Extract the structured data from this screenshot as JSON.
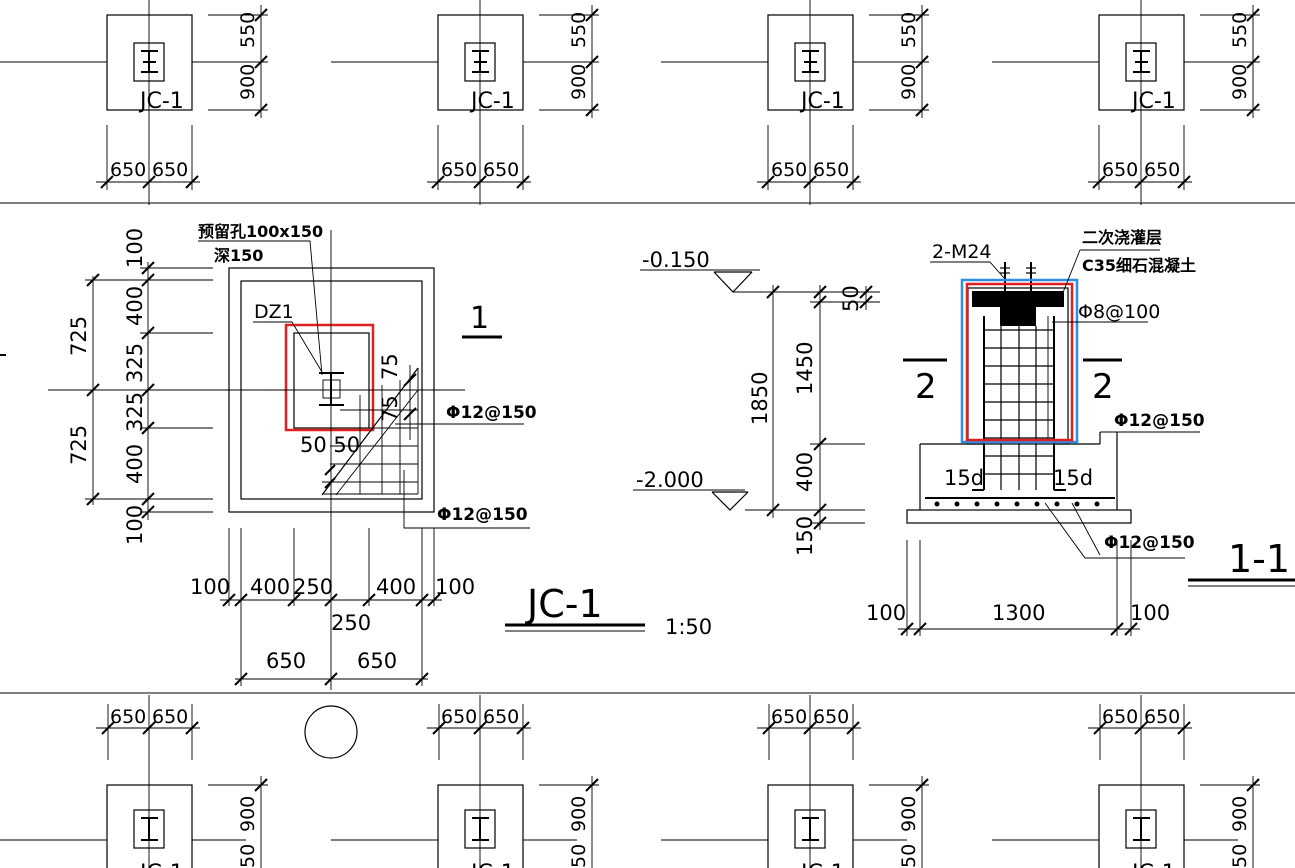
{
  "colors": {
    "highlight_red": "#e02020",
    "highlight_blue": "#2f8de4",
    "ink": "#000000"
  },
  "repeat_footing": {
    "label": "JC-1",
    "dims_vertical": [
      "550",
      "900"
    ],
    "dims_horizontal": [
      "650",
      "650"
    ],
    "bottom_row_dims_vertical": [
      "900",
      "50"
    ]
  },
  "plan": {
    "hole_label_1": "预留孔100x150",
    "hole_label_2": "深150",
    "column_label": "DZ1",
    "section_mark": "1",
    "left_dims": [
      "100",
      "400",
      "325",
      "325",
      "400",
      "100"
    ],
    "left_totals": [
      "725",
      "725"
    ],
    "small_dims": [
      "75",
      "75"
    ],
    "offset_label": "50 50",
    "rebar_1": "Φ12@150",
    "rebar_2": "Φ12@150",
    "bottom_dims": [
      "100",
      "400",
      "250",
      "400",
      "100"
    ],
    "bottom_dim_250": "250",
    "bottom_halves": [
      "650",
      "650"
    ],
    "title": "JC-1",
    "scale": "1:50"
  },
  "elevation": {
    "top_level": "-0.150",
    "bottom_level": "-2.000",
    "total": "1850",
    "upper": "1450",
    "lower": "400",
    "top_small": "50",
    "bottom_small": "150"
  },
  "section": {
    "bolt_label": "2-M24",
    "grout_label_1": "二次浇灌层",
    "grout_label_2": "C35细石混凝土",
    "stirrup": "Φ8@100",
    "cut_mark_left": "2",
    "cut_mark_right": "2",
    "rebar_pedestal": "Φ12@150",
    "anchor_left": "15d",
    "anchor_right": "15d",
    "rebar_base": "Φ12@150",
    "bottom_dims": [
      "100",
      "1300",
      "100"
    ],
    "title": "1-1"
  }
}
